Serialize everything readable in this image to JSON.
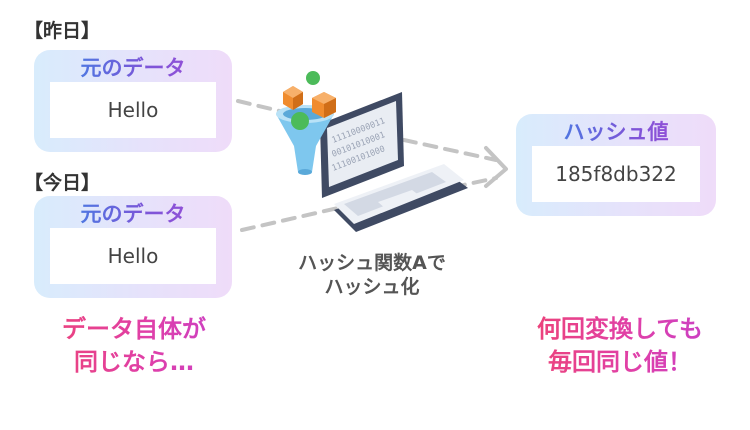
{
  "yesterday": {
    "label": "【昨日】",
    "panel_title": "元のデータ",
    "value": "Hello"
  },
  "today": {
    "label": "【今日】",
    "panel_title": "元のデータ",
    "value": "Hello"
  },
  "hash": {
    "panel_title": "ハッシュ値",
    "value": "185f8db322"
  },
  "process": {
    "line1": "ハッシュ関数Aで",
    "line2": "ハッシュ化",
    "screen_digits": [
      "11110000011",
      "00101010001",
      "11100101000"
    ]
  },
  "left_note": {
    "line1": "データ自体が",
    "line2": "同じなら…"
  },
  "right_note": {
    "line1": "何回変換しても",
    "line2": "毎回同じ値！"
  },
  "colors": {
    "panel_gradient_start": "#d8ecfc",
    "panel_gradient_end": "#efdcf9",
    "title_gradient_start": "#2f8fe8",
    "title_gradient_end": "#a84bd6",
    "note_gradient_start": "#f0436a",
    "note_gradient_end": "#c23fd0",
    "laptop": "#3f4a63",
    "funnel": "#7ec7ee",
    "cube": "#f08c2e",
    "ball": "#4cbb5a",
    "arrow": "#c4c4c4"
  }
}
